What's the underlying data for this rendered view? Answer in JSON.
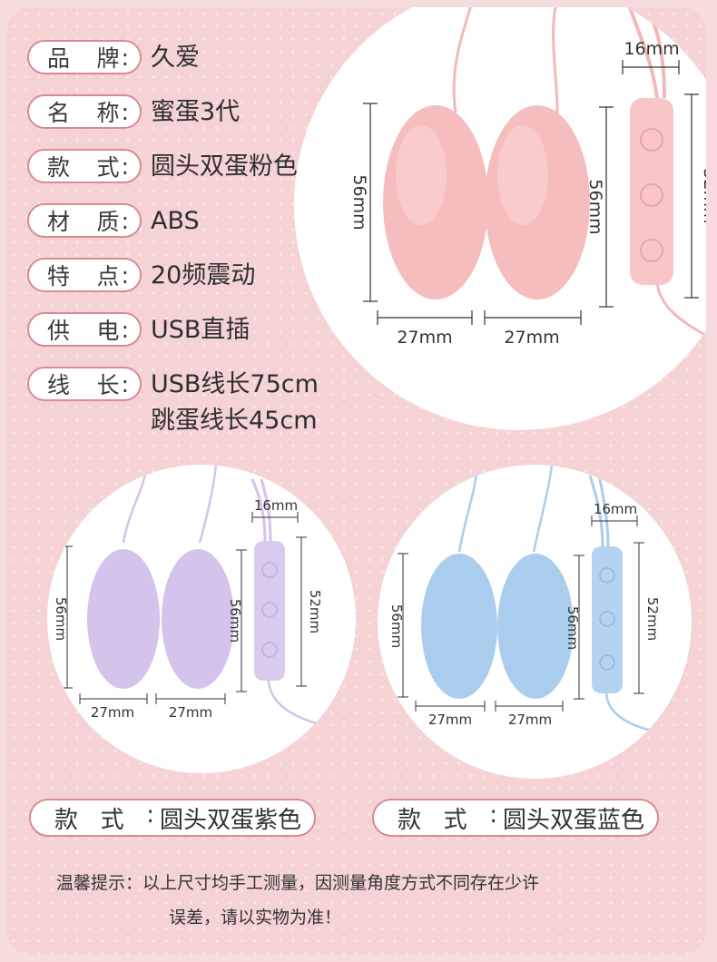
{
  "specs": [
    {
      "label1": "品",
      "label2": "牌",
      "colon": ":",
      "value": "久爱"
    },
    {
      "label1": "名",
      "label2": "称",
      "colon": ":",
      "value": "蜜蛋3代"
    },
    {
      "label1": "款",
      "label2": "式",
      "colon": ":",
      "value": "圆头双蛋粉色"
    },
    {
      "label1": "材",
      "label2": "质",
      "colon": ":",
      "value": "ABS"
    },
    {
      "label1": "特",
      "label2": "点",
      "colon": ":",
      "value": "20频震动"
    },
    {
      "label1": "供",
      "label2": "电",
      "colon": ":",
      "value": "USB直插"
    },
    {
      "label1": "线",
      "label2": "长",
      "colon": ":",
      "value": "USB线长75cm",
      "value2": "跳蛋线长45cm"
    }
  ],
  "dims": {
    "egg_height": "56mm",
    "egg_width": "27mm",
    "remote_width": "16mm",
    "remote_height": "52mm"
  },
  "variants": [
    {
      "label1": "款",
      "label2": "式",
      "colon": ":",
      "value": "圆头双蛋紫色",
      "color": "#d4c3ea"
    },
    {
      "label1": "款",
      "label2": "式",
      "colon": ":",
      "value": "圆头双蛋蓝色",
      "color": "#aacdee"
    }
  ],
  "main_color": "#f5bdbd",
  "tip": {
    "line1": "温馨提示：以上尺寸均手工测量，因测量角度方式不同存在少许",
    "line2": "误差，请以实物为准！"
  }
}
